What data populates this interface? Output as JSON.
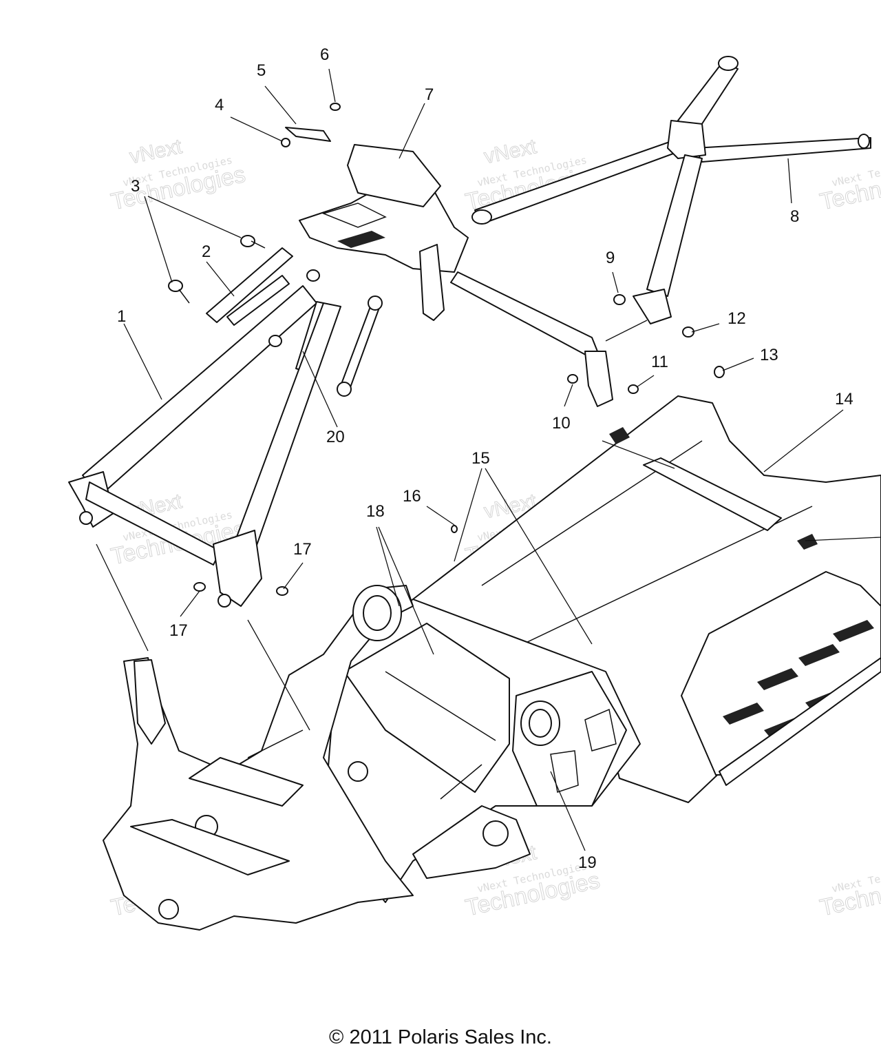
{
  "callouts": {
    "c1": "1",
    "c2": "2",
    "c3": "3",
    "c4": "4",
    "c5": "5",
    "c6": "6",
    "c7": "7",
    "c8": "8",
    "c9": "9",
    "c10": "10",
    "c11": "11",
    "c12": "12",
    "c13": "13",
    "c14": "14",
    "c15": "15",
    "c16": "16",
    "c17a": "17",
    "c17b": "17",
    "c18": "18",
    "c19": "19",
    "c20": "20"
  },
  "watermark": {
    "line_small": "vNext Technologies",
    "line_large": "Technologies",
    "line_top": "vNext"
  },
  "copyright": "© 2011 Polaris Sales Inc."
}
